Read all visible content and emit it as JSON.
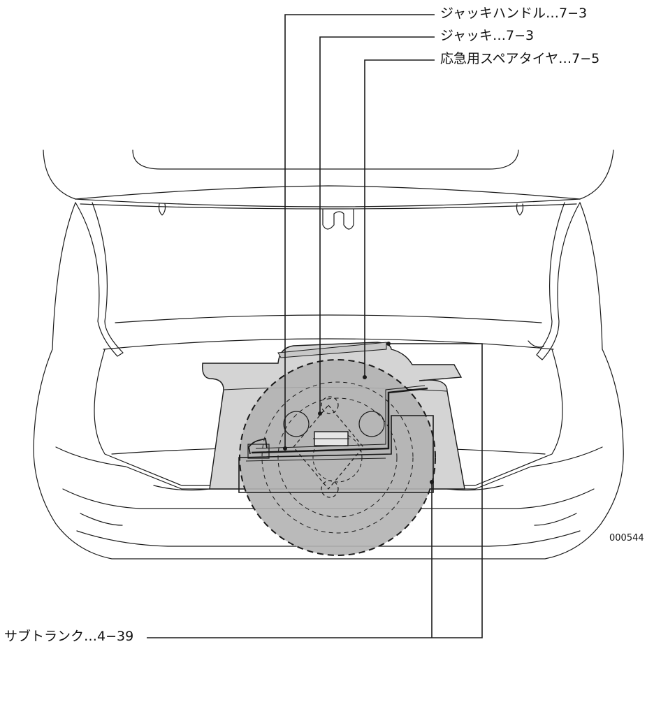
{
  "callouts": {
    "jack_handle": "ジャッキハンドル…7−3",
    "jack": "ジャッキ…7−3",
    "spare_tire": "応急用スペアタイヤ…7−5",
    "sub_trunk": "サブトランク…4−39"
  },
  "figure_code": "000544",
  "colors": {
    "line": "#1a1a1a",
    "tire": "#b3b3b3",
    "board": "#d4d4d4"
  }
}
